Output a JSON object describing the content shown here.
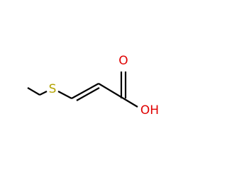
{
  "molecule": {
    "atoms": [
      {
        "id": "sulfur",
        "symbol": "S",
        "color": "#b3a300"
      },
      {
        "id": "carbonyl-oxygen",
        "symbol": "O",
        "color": "#e00000"
      },
      {
        "id": "hydroxyl-oxygen",
        "symbol": "OH",
        "color": "#e00000"
      }
    ],
    "bonds": [
      {
        "id": "methyl-s",
        "order": 1
      },
      {
        "id": "s-c3",
        "order": 1
      },
      {
        "id": "c3-c2",
        "order": 2
      },
      {
        "id": "c2-c1",
        "order": 1
      },
      {
        "id": "c1-o-carbonyl",
        "order": 2
      },
      {
        "id": "c1-oh",
        "order": 1
      }
    ]
  }
}
